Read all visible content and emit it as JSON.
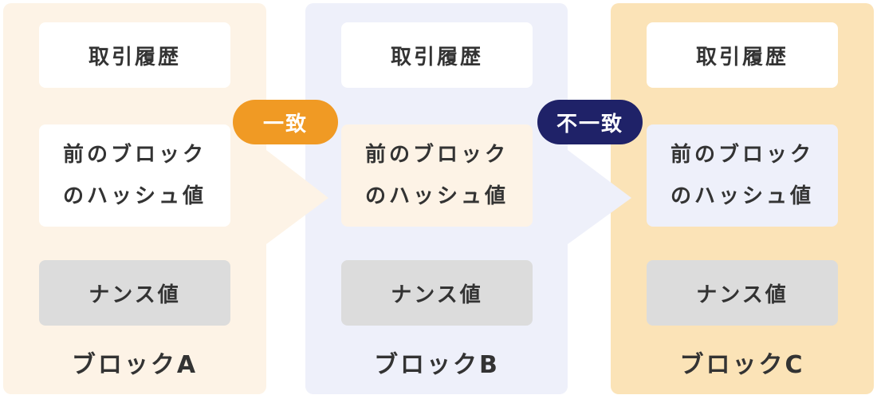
{
  "blocks": [
    {
      "label": "ブロックA",
      "history": "取引履歴",
      "prev_hash": "前のブロック\nのハッシュ値",
      "nonce": "ナンス値"
    },
    {
      "label": "ブロックB",
      "history": "取引履歴",
      "prev_hash": "前のブロック\nのハッシュ値",
      "nonce": "ナンス値"
    },
    {
      "label": "ブロックC",
      "history": "取引履歴",
      "prev_hash": "前のブロック\nのハッシュ値",
      "nonce": "ナンス値"
    }
  ],
  "links": [
    {
      "text": "一致",
      "color": "#f09a24"
    },
    {
      "text": "不一致",
      "color": "#1f2268"
    }
  ],
  "colors": {
    "block_a_bg": "#fdf3e6",
    "block_b_bg": "#eef0fa",
    "block_c_bg": "#fbe3b7",
    "nonce_bg": "#dcdcdc",
    "text": "#333333"
  }
}
